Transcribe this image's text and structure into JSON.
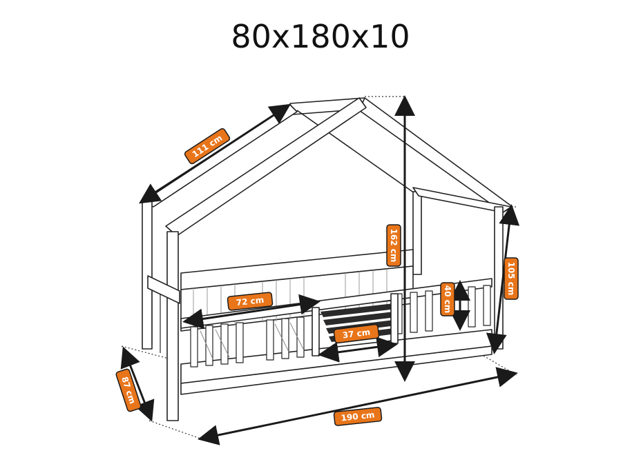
{
  "title": "80x180x10",
  "colors": {
    "label_bg": "#e8751a",
    "line": "#1a1a1a",
    "frame": "#222222"
  },
  "dimensions": {
    "roof_length": "111 cm",
    "total_height": "162 cm",
    "side_height": "105 cm",
    "rail_length": "72 cm",
    "rail_height": "40 cm",
    "opening_width": "37 cm",
    "width": "87 cm",
    "length": "190 cm"
  }
}
